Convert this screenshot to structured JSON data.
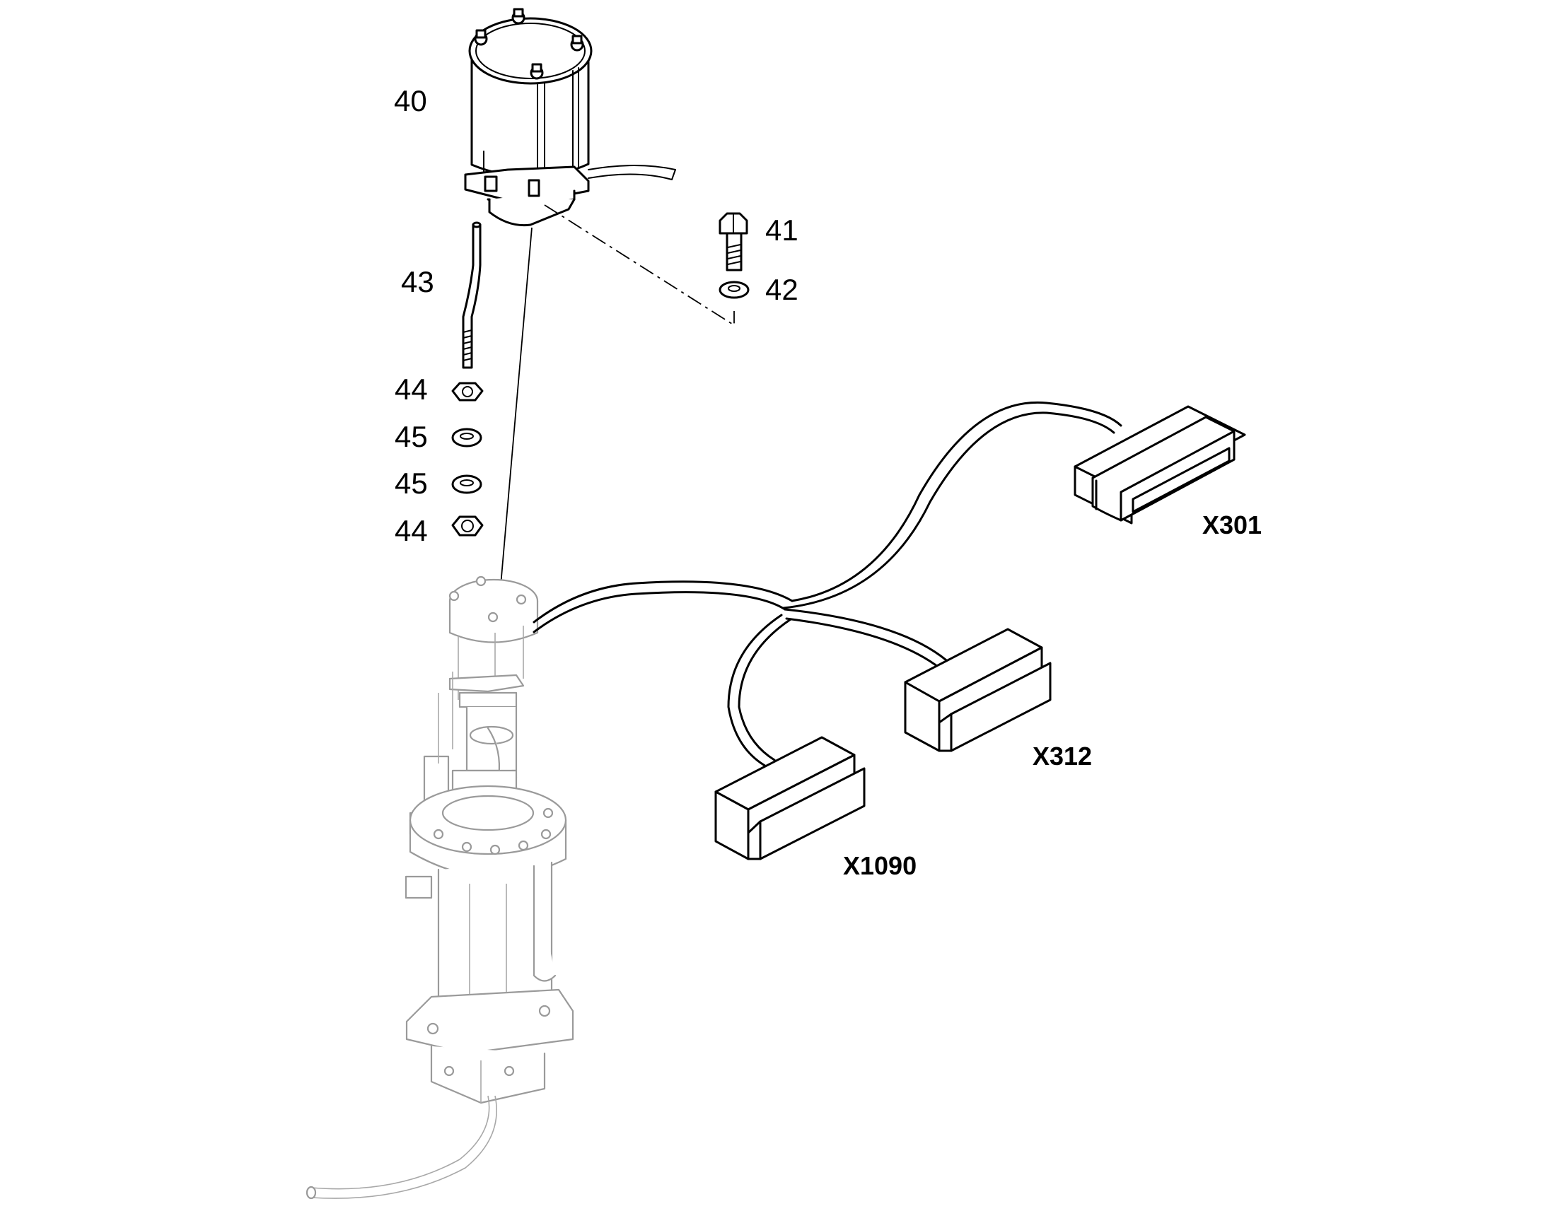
{
  "callouts": {
    "c40": "40",
    "c41": "41",
    "c42": "42",
    "c43": "43",
    "c44_top": "44",
    "c45_top": "45",
    "c45_bottom": "45",
    "c44_bottom": "44"
  },
  "connectors": {
    "x301": "X301",
    "x312": "X312",
    "x1090": "X1090"
  }
}
